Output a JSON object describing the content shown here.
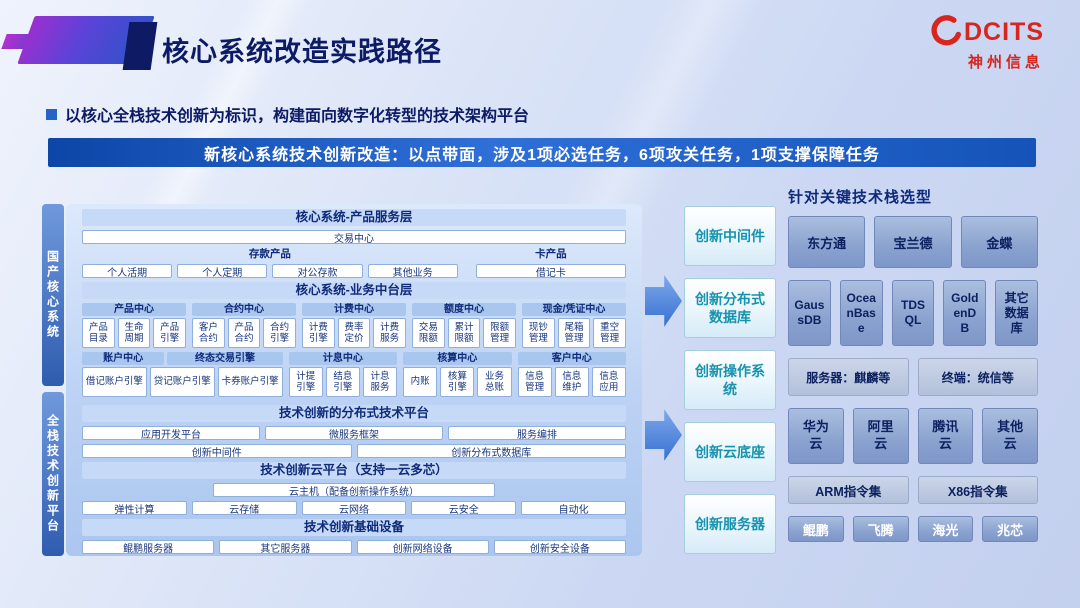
{
  "header": {
    "title": "核心系统改造实践路径",
    "logo_brand": "DCITS",
    "logo_company": "神州信息"
  },
  "intro": "以核心全栈技术创新为标识，构建面向数字化转型的技术架构平台",
  "banner": "新核心系统技术创新改造：以点带面，涉及1项必选任务，6项攻关任务，1项支撑保障任务",
  "side_labels": {
    "top": "国产核心系统",
    "bottom": "全栈技术创新平台"
  },
  "product_layer": {
    "title": "核心系统-产品服务层",
    "trade_center": "交易中心",
    "deposit_label": "存款产品",
    "card_label": "卡产品",
    "deposit_items": [
      "个人活期",
      "个人定期",
      "对公存款",
      "其他业务"
    ],
    "card_item": "借记卡"
  },
  "middle_layer": {
    "title": "核心系统-业务中台层",
    "row1": [
      {
        "name": "产品中心",
        "items": [
          "产品目录",
          "生命周期",
          "产品引擎"
        ]
      },
      {
        "name": "合约中心",
        "items": [
          "客户合约",
          "产品合约",
          "合约引擎"
        ]
      },
      {
        "name": "计费中心",
        "items": [
          "计费引擎",
          "费率定价",
          "计费服务"
        ]
      },
      {
        "name": "额度中心",
        "items": [
          "交易限额",
          "累计限额",
          "限额管理"
        ]
      },
      {
        "name": "现金/凭证中心",
        "items": [
          "现钞管理",
          "尾箱管理",
          "重空管理"
        ]
      }
    ],
    "row2": [
      {
        "name": "账户中心",
        "sub": "终态交易引擎",
        "items": [
          "借记账户引擎",
          "贷记账户引擎",
          "卡券账户引擎"
        ]
      },
      {
        "name": "计息中心",
        "items": [
          "计提引擎",
          "结息引擎",
          "计息服务"
        ]
      },
      {
        "name": "核算中心",
        "items": [
          "内账",
          "核算引擎",
          "业务总账"
        ]
      },
      {
        "name": "客户中心",
        "items": [
          "信息管理",
          "信息维护",
          "信息应用"
        ]
      }
    ]
  },
  "distributed_platform": {
    "title": "技术创新的分布式技术平台",
    "row1": [
      "应用开发平台",
      "微服务框架",
      "服务编排"
    ],
    "row2": [
      "创新中间件",
      "创新分布式数据库"
    ]
  },
  "cloud_platform": {
    "title": "技术创新云平台（支持一云多芯）",
    "host": "云主机（配备创新操作系统）",
    "row": [
      "弹性计算",
      "云存储",
      "云网络",
      "云安全",
      "自动化"
    ]
  },
  "infra": {
    "title": "技术创新基础设备",
    "row": [
      "鲲鹏服务器",
      "其它服务器",
      "创新网络设备",
      "创新安全设备"
    ]
  },
  "innovation_column": [
    "创新中间件",
    "创新分布式数据库",
    "创新操作系统",
    "创新云底座",
    "创新服务器"
  ],
  "tech_stack": {
    "title": "针对关键技术栈选型",
    "middleware": [
      "东方通",
      "宝兰德",
      "金蝶"
    ],
    "databases": [
      "GaussDB",
      "OceanBase",
      "TDSQL",
      "GoldenDB",
      "其它数据库"
    ],
    "os": [
      "服务器：麒麟等",
      "终端：统信等"
    ],
    "clouds": [
      "华为云",
      "阿里云",
      "腾讯云",
      "其他云"
    ],
    "instruction_sets": [
      "ARM指令集",
      "X86指令集"
    ],
    "chips": [
      "鲲鹏",
      "飞腾",
      "海光",
      "兆芯"
    ]
  },
  "colors": {
    "accent_blue": "#1e56b8",
    "navy_text": "#0d1b66",
    "teal_text": "#1693ae",
    "logo_red": "#d7261e"
  }
}
